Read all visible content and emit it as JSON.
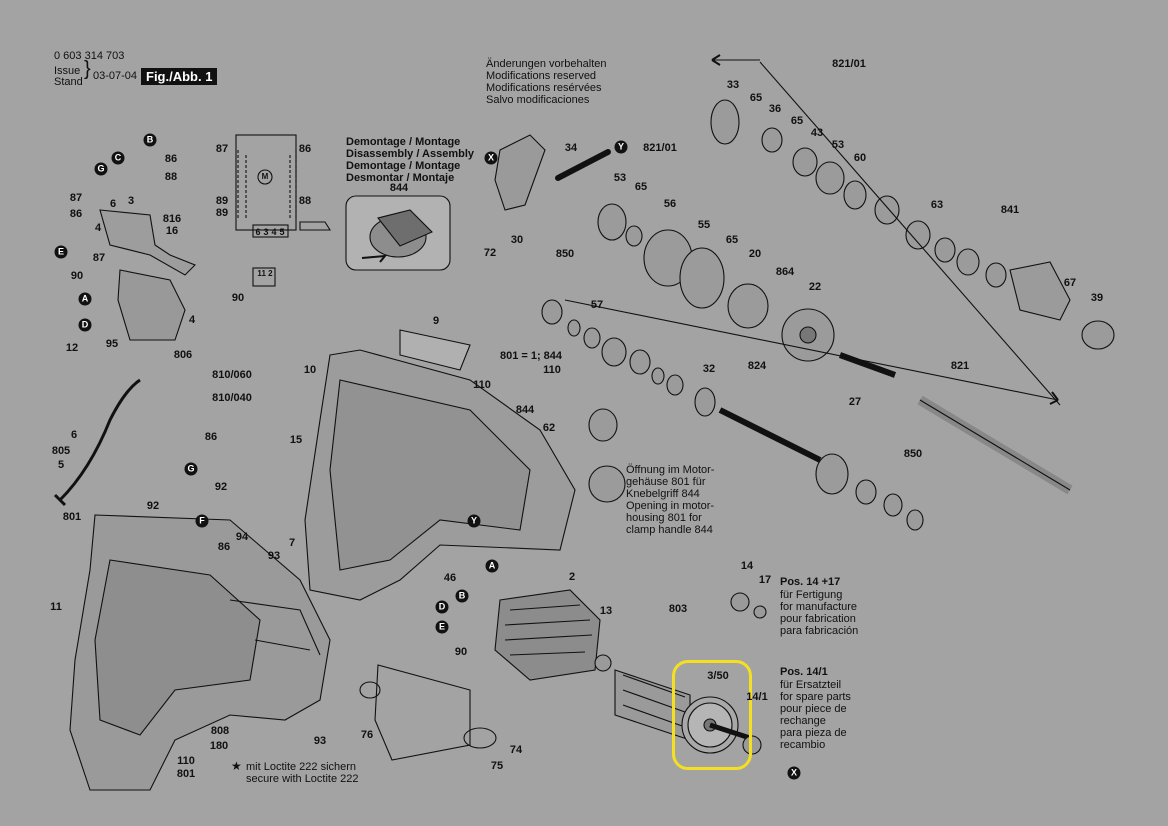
{
  "header": {
    "doc_number": "0 603 314 703",
    "issue_label": "Issue",
    "stand_label": "Stand",
    "issue_date": "03-07-04",
    "figure": "Fig./Abb. 1"
  },
  "notice": [
    "Änderungen vorbehalten",
    "Modifications reserved",
    "Modifications resérvées",
    "Salvo modificaciones"
  ],
  "demontage": [
    "Demontage / Montage",
    "Disassembly / Assembly",
    "Demontage / Montage",
    "Desmontar / Montaje"
  ],
  "opening_note": [
    "Öffnung im Motor-",
    "gehäuse 801 für",
    "Knebelgriff 844",
    "Opening in motor-",
    "housing 801 for",
    "clamp handle 844"
  ],
  "pos14_17": {
    "title": "Pos. 14 +17",
    "lines": [
      "für Fertigung",
      "for manufacture",
      "pour fabrication",
      "para fabricación"
    ]
  },
  "pos14_1": {
    "title": "Pos. 14/1",
    "lines": [
      "für Ersatzteil",
      "for spare parts",
      "pour piece de",
      "rechange",
      "para pieza de",
      "recambio"
    ]
  },
  "loctite": {
    "symbol": "★",
    "lines": [
      "mit Loctite 222 sichern",
      "secure with Loctite 222"
    ]
  },
  "highlight_color": "#f4e020",
  "part_labels": [
    "33",
    "65",
    "36",
    "65",
    "43",
    "53",
    "60",
    "821/01",
    "34",
    "821/01",
    "53",
    "65",
    "56",
    "55",
    "65",
    "20",
    "864",
    "22",
    "63",
    "841",
    "67",
    "39",
    "72",
    "30",
    "850",
    "57",
    "32",
    "824",
    "27",
    "821",
    "850",
    "9",
    "801 = 1; 844",
    "110",
    "110",
    "844",
    "62",
    "87",
    "86",
    "89",
    "89",
    "88",
    "90",
    "844",
    "86",
    "88",
    "87",
    "86",
    "816",
    "16",
    "6",
    "3",
    "4",
    "90",
    "87",
    "95",
    "4",
    "12",
    "806",
    "6",
    "805",
    "5",
    "810/060",
    "810/040",
    "10",
    "86",
    "15",
    "92",
    "94",
    "86",
    "92",
    "801",
    "93",
    "7",
    "11",
    "46",
    "2",
    "90",
    "76",
    "74",
    "75",
    "808",
    "180",
    "110",
    "801",
    "93",
    "13",
    "803",
    "14",
    "17",
    "3/50",
    "14/1"
  ],
  "letter_callouts": [
    "X",
    "Y",
    "B",
    "C",
    "G",
    "E",
    "A",
    "D",
    "G",
    "F",
    "Y",
    "A",
    "B",
    "D",
    "E",
    "X"
  ],
  "wiring_labels": [
    "6",
    "3",
    "4",
    "5",
    "11 2",
    "M"
  ]
}
